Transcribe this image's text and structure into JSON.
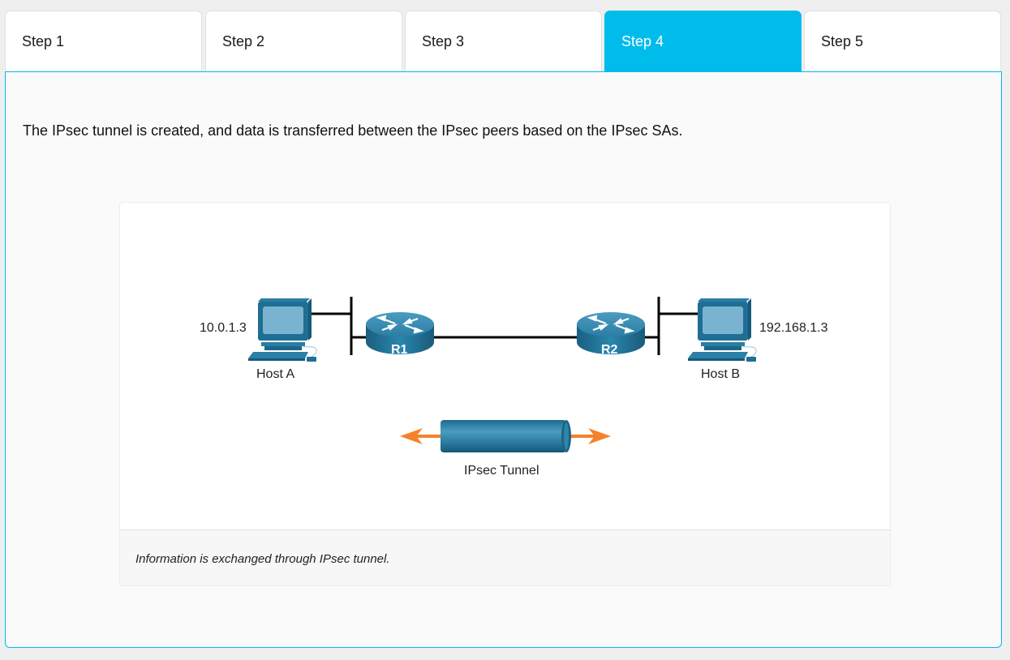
{
  "tabs": [
    {
      "label": "Step 1",
      "active": false
    },
    {
      "label": "Step 2",
      "active": false
    },
    {
      "label": "Step 3",
      "active": false
    },
    {
      "label": "Step 4",
      "active": true
    },
    {
      "label": "Step 5",
      "active": false
    }
  ],
  "content": {
    "intro_text": "The IPsec tunnel is created, and data is transferred between the IPsec peers based on the IPsec SAs.",
    "diagram": {
      "host_a": {
        "name": "Host A",
        "ip": "10.0.1.3"
      },
      "host_b": {
        "name": "Host B",
        "ip": "192.168.1.3"
      },
      "router_1": {
        "label": "R1"
      },
      "router_2": {
        "label": "R2"
      },
      "tunnel": {
        "label": "IPsec Tunnel"
      }
    },
    "caption": "Information is exchanged through IPsec tunnel."
  },
  "colors": {
    "accent": "#00bceb",
    "device_blue": "#1f6e93",
    "arrow_orange": "#f5822a"
  }
}
